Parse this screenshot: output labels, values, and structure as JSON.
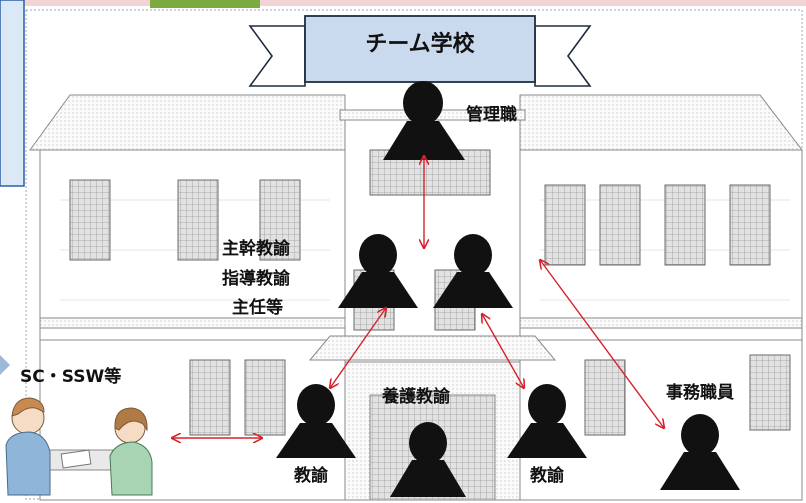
{
  "banner": {
    "title": "チーム学校"
  },
  "roles": {
    "management": "管理職",
    "middle_line1": "主幹教諭",
    "middle_line2": "指導教諭",
    "middle_line3": "主任等",
    "nurse_teacher": "養護教諭",
    "office_staff": "事務職員",
    "teacher_left": "教諭",
    "teacher_right": "教諭",
    "external": "SC・SSW等"
  },
  "colors": {
    "arrow": "#d8202a",
    "figure": "#111111",
    "banner_fill": "#c9d9ee",
    "banner_stroke": "#1f2d3d",
    "building_stroke": "#8a8a8a"
  }
}
